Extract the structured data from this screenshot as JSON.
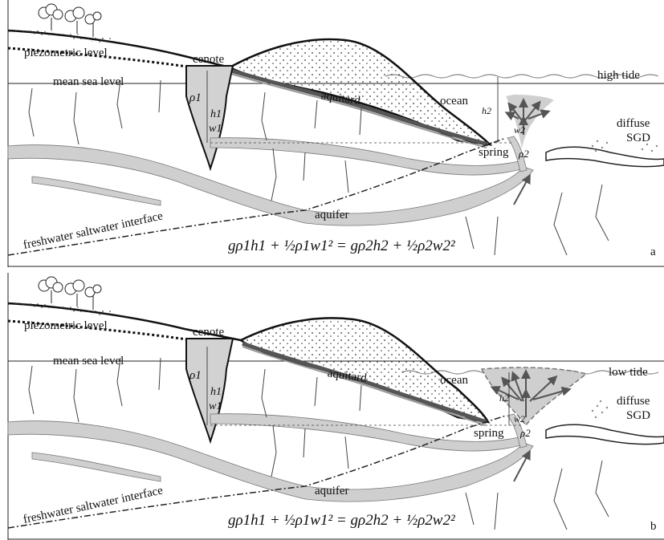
{
  "panels": [
    {
      "id": "a",
      "letter": "a",
      "tide_label": "high tide",
      "labels": {
        "piezometric": "piezometric level",
        "cenote": "cenote",
        "mean_sea_level": "mean sea level",
        "aquitard": "aquitard",
        "ocean": "ocean",
        "diffuse": "diffuse",
        "sgd": "SGD",
        "spring": "spring",
        "aquifer": "aquifer",
        "interface": "freshwater saltwater interface"
      },
      "symbols": {
        "rho1": "ρ1",
        "h1": "h1",
        "w1": "w1",
        "h2": "h2",
        "w2": "w2",
        "rho2": "ρ2"
      },
      "equation": "gρ1h1 + ½ρ1w1² = gρ2h2 + ½ρ2w2²"
    },
    {
      "id": "b",
      "letter": "b",
      "tide_label": "low tide",
      "labels": {
        "piezometric": "piezometric level",
        "cenote": "cenote",
        "mean_sea_level": "mean sea level",
        "aquitard": "aquitard",
        "ocean": "ocean",
        "diffuse": "diffuse",
        "sgd": "SGD",
        "spring": "spring",
        "aquifer": "aquifer",
        "interface": "freshwater saltwater interface"
      },
      "symbols": {
        "rho1": "ρ1",
        "h1": "h1",
        "w1": "w1",
        "h2": "h2",
        "w2": "w2",
        "rho2": "ρ2"
      },
      "equation": "gρ1h1 + ½ρ1w1² = gρ2h2 + ½ρ2w2²"
    }
  ]
}
